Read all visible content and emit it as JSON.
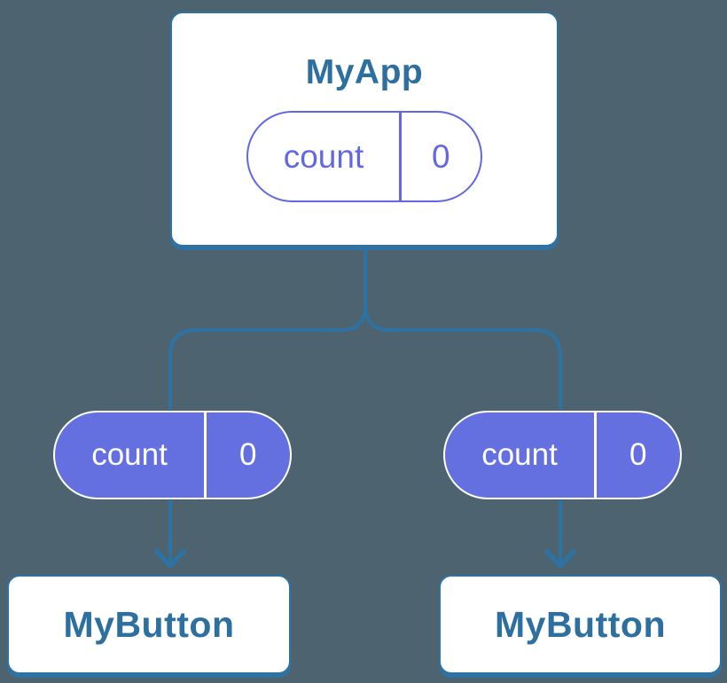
{
  "diagram": {
    "description": "React component tree showing state passed down as props",
    "colors": {
      "background": "#4D6470",
      "blue": "#2E72A3",
      "blue_text": "#2D6F9E",
      "purple": "#6570E0",
      "purple_outline": "#6267E6",
      "card_bg": "#FFFFFF",
      "pill_text_light": "#FFFFFF"
    },
    "root": {
      "title": "MyApp",
      "state": {
        "label": "count",
        "value": "0"
      }
    },
    "children": [
      {
        "title": "MyButton",
        "prop": {
          "label": "count",
          "value": "0"
        }
      },
      {
        "title": "MyButton",
        "prop": {
          "label": "count",
          "value": "0"
        }
      }
    ]
  }
}
